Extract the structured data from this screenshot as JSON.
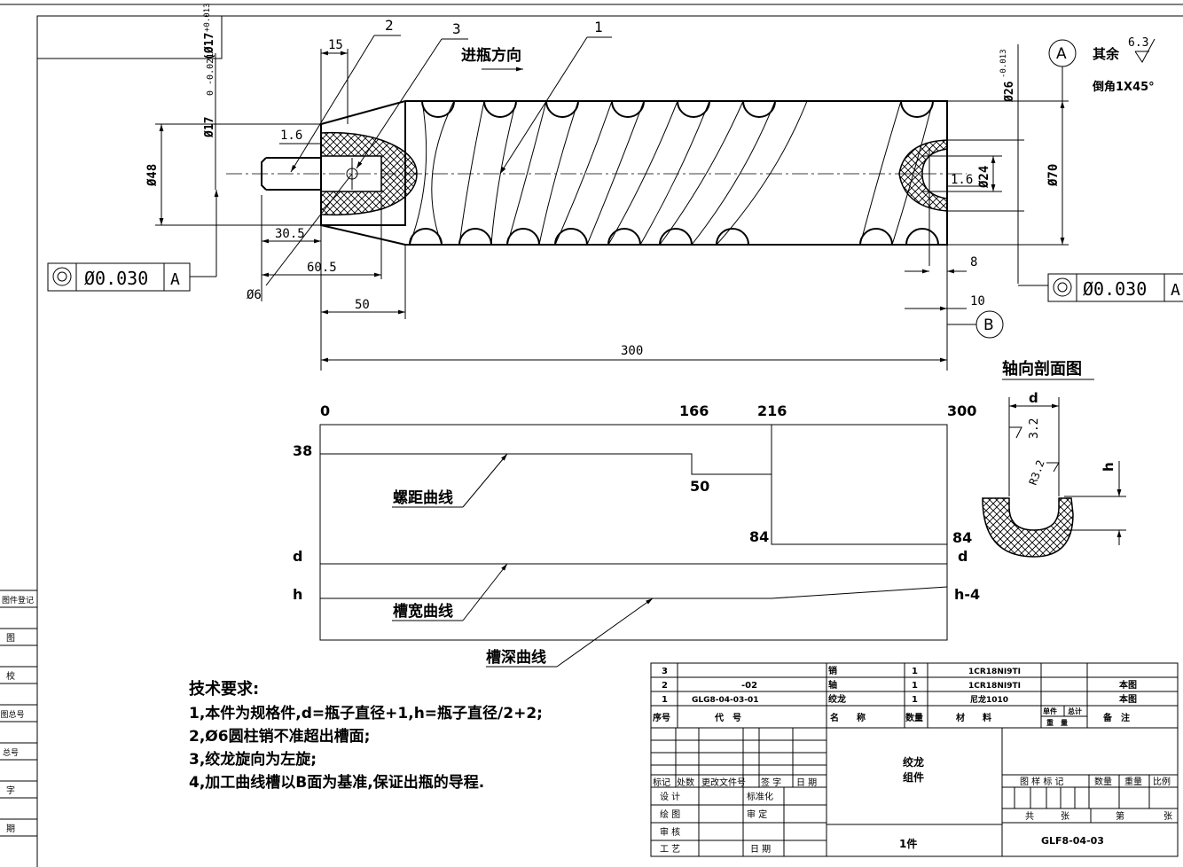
{
  "dims": {
    "d15": "15",
    "d16a": "1.6",
    "d48": "Ø48",
    "d305": "30.5",
    "d605": "60.5",
    "d50": "50",
    "d6": "Ø6",
    "d300": "300",
    "d8": "8",
    "d10": "10",
    "d24": "Ø24",
    "d70": "Ø70",
    "d16b": "1.6",
    "d26": "Ø26",
    "d26tol": "-0.013",
    "d17": "Ø17",
    "d17tol": "0 -0.021",
    "d17alt": "(Ø17",
    "d17alttol": "+0.013 0",
    "d17close": ")"
  },
  "callouts": {
    "n1": "1",
    "n2": "2",
    "n3": "3"
  },
  "direction_label": "进瓶方向",
  "datums": {
    "A": "A",
    "B": "B"
  },
  "fcf_left": {
    "value": "Ø0.030",
    "datum": "A"
  },
  "fcf_right": {
    "value": "Ø0.030",
    "datum": "A"
  },
  "surface_note": {
    "label": "其余",
    "roughness": "6.3",
    "chamfer": "倒角1X45°"
  },
  "section": {
    "title": "轴向剖面图",
    "d": "d",
    "r1": "3.2",
    "r2": "R3.2",
    "h": "h"
  },
  "curve_chart": {
    "x_ticks": [
      "0",
      "166",
      "216",
      "300"
    ],
    "left_labels": [
      "38",
      "d",
      "h"
    ],
    "right_labels": [
      "84",
      "d",
      "h-4"
    ],
    "inner_labels": [
      "50",
      "84"
    ],
    "curve_names": [
      "螺距曲线",
      "槽宽曲线",
      "槽深曲线"
    ]
  },
  "tech": {
    "title": "技术要求:",
    "items": [
      "1,本件为规格件,d=瓶子直径+1,h=瓶子直径/2+2;",
      "2,Ø6圆柱销不准超出槽面;",
      "3,绞龙旋向为左旋;",
      "4,加工曲线槽以B面为基准,保证出瓶的导程."
    ]
  },
  "bom": {
    "rows": [
      {
        "no": "3",
        "code": "",
        "name": "销",
        "qty": "1",
        "mat": "1CR18NI9TI",
        "note": ""
      },
      {
        "no": "2",
        "code": "-02",
        "name": "轴",
        "qty": "1",
        "mat": "1CR18NI9TI",
        "note": "本图"
      },
      {
        "no": "1",
        "code": "GLG8-04-03-01",
        "name": "绞龙",
        "qty": "1",
        "mat": "尼龙1010",
        "note": "本图"
      }
    ],
    "header": {
      "no": "序号",
      "code": "代　号",
      "name": "名　　称",
      "qty": "数量",
      "mat": "材　　料",
      "single": "单件",
      "total": "总计",
      "weight": "重　量",
      "note": "备　注"
    }
  },
  "title_block": {
    "rev_headers": [
      "标记",
      "处数",
      "更改文件号",
      "签 字",
      "日 期"
    ],
    "roles": [
      "设 计",
      "绘 图",
      "审 核",
      "工 艺"
    ],
    "mid": [
      "标准化",
      "审 定",
      "日 期"
    ],
    "name": "绞龙\n组件",
    "name1": "绞龙",
    "name2": "组件",
    "qty": "1件",
    "stage": [
      "图 样 标 记",
      "数量",
      "重量",
      "比例"
    ],
    "sheet": [
      "共",
      "张",
      "第",
      "张"
    ],
    "code": "GLF8-04-03"
  },
  "left_strip": [
    "图件登记",
    "图",
    "校",
    "图总号",
    "总号",
    "字",
    "期"
  ]
}
